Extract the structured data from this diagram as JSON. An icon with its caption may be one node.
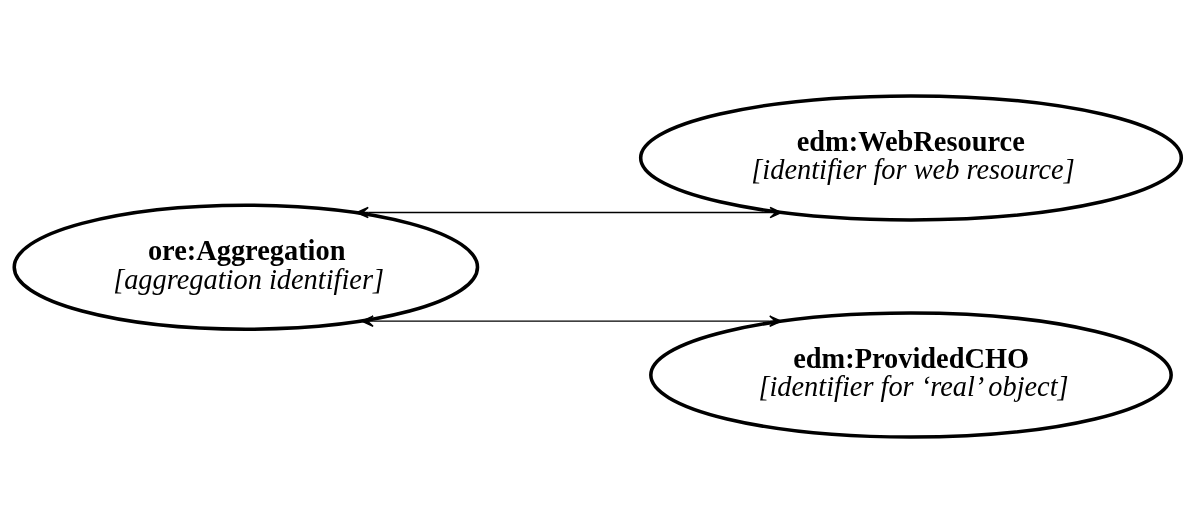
{
  "diagram": {
    "nodes": [
      {
        "text": [
          "ore:Aggregation",
          "[aggregation identifier]"
        ]
      },
      {
        "text": [
          "edm:WebResource",
          "[identifier for web resource]"
        ]
      },
      {
        "text": [
          "edm:ProvidedCHO",
          "[identifier for ‘real’ object]"
        ]
      }
    ],
    "edges": [
      {
        "from": 0,
        "to": 1,
        "arrow": "both"
      },
      {
        "from": 0,
        "to": 2,
        "arrow": "both"
      }
    ]
  }
}
